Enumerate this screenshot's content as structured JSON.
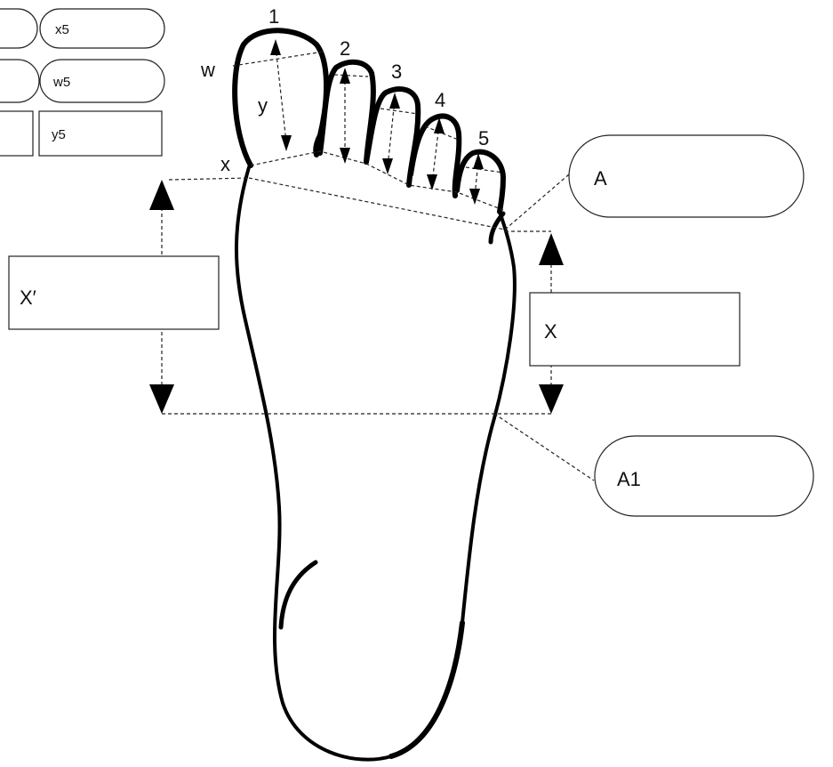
{
  "top_fields": {
    "row1": {
      "right_label": "x5"
    },
    "row2": {
      "right_label": "w5"
    },
    "row3": {
      "right_label": "y5"
    }
  },
  "toes": [
    "1",
    "2",
    "3",
    "4",
    "5"
  ],
  "toe_labels": {
    "w": "w",
    "y": "y",
    "x": "x"
  },
  "callouts": {
    "A": "A",
    "A1": "A1",
    "X_prime": "X′",
    "X": "X"
  }
}
